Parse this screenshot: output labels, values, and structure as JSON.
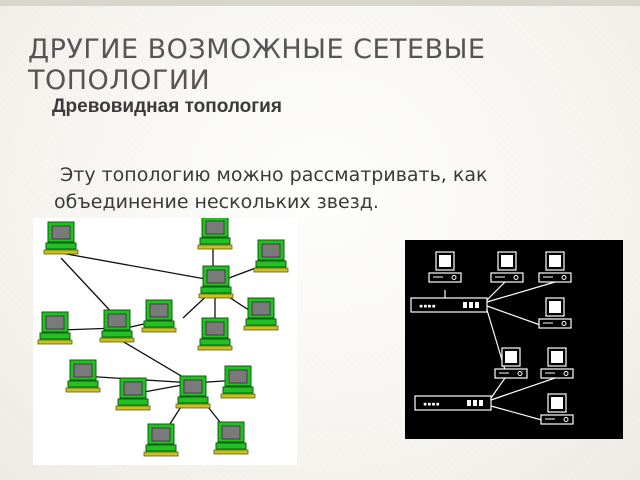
{
  "slide": {
    "title": "Другие возможные сетевые топологии",
    "subtitle": "Древовидная топология",
    "body": "Эту топологию можно рассматривать, как объединение нескольких звезд."
  },
  "figures": {
    "left_diagram": {
      "computer_color": "#22c022",
      "screen_color": "#7a7a7a"
    },
    "right_diagram": {
      "background": "#000000",
      "foreground": "#ffffff"
    }
  }
}
